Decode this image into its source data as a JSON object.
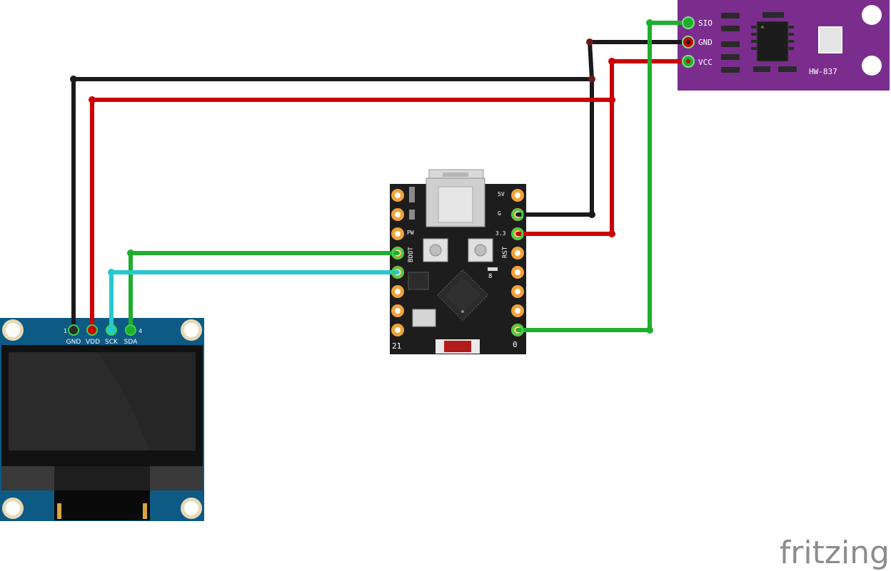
{
  "oled": {
    "pins": [
      {
        "num": "1",
        "label": "GND"
      },
      {
        "num": "",
        "label": "VDD"
      },
      {
        "num": "",
        "label": "SCK"
      },
      {
        "num": "4",
        "label": "SDA"
      }
    ]
  },
  "mcu": {
    "left_labels": [
      "PW",
      "BOOT"
    ],
    "right_labels": [
      "5V",
      "G",
      "3.3",
      "RST",
      "8"
    ],
    "bottom_left": "21",
    "bottom_right": "0"
  },
  "sensor": {
    "pins": [
      "SIO",
      "GND",
      "VCC"
    ],
    "name": "HW-837",
    "color": "#7b2d8e"
  },
  "watermark": "fritzing",
  "wire_colors": {
    "gnd": "#1a1a1a",
    "power": "#cc0000",
    "sda": "#1fae2e",
    "sck": "#27c7cf"
  }
}
